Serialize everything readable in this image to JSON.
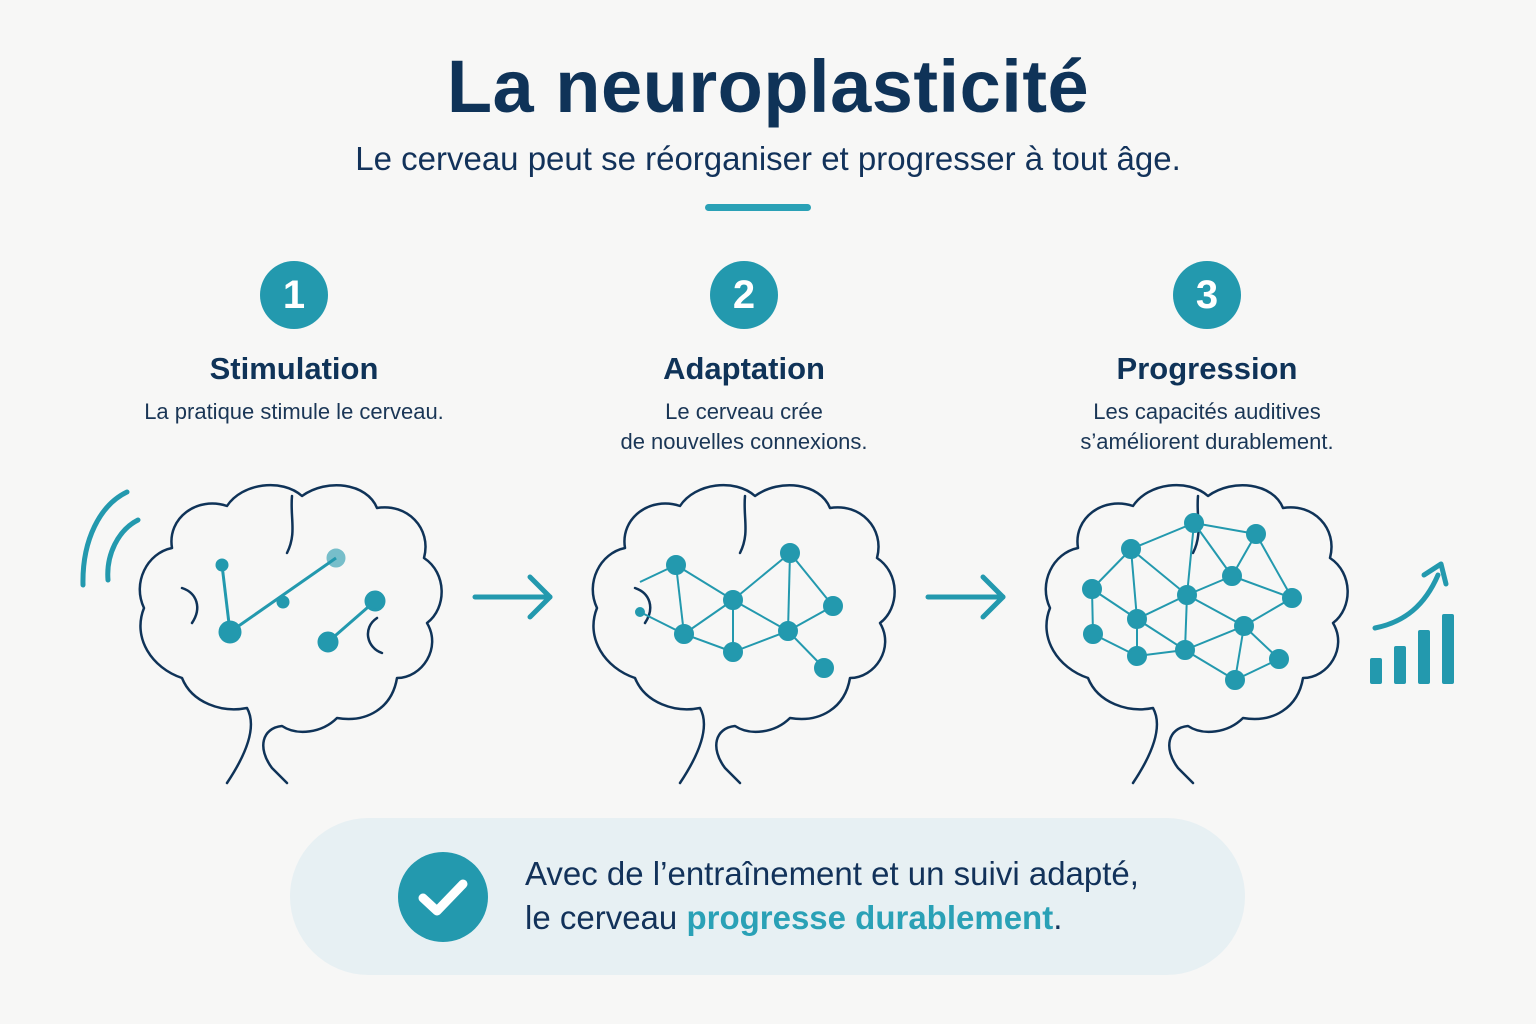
{
  "header": {
    "title": "La neuroplasticité",
    "subtitle": "Le cerveau peut se réorganiser et progresser à tout âge."
  },
  "steps": [
    {
      "number": "1",
      "title": "Stimulation",
      "desc_line1": "La pratique stimule le cerveau.",
      "desc_line2": ""
    },
    {
      "number": "2",
      "title": "Adaptation",
      "desc_line1": "Le cerveau crée",
      "desc_line2": "de nouvelles connexions."
    },
    {
      "number": "3",
      "title": "Progression",
      "desc_line1": "Les capacités auditives",
      "desc_line2": "s’améliorent durablement."
    }
  ],
  "footer": {
    "line1": "Avec de l’entraînement et un suivi adapté,",
    "line2_prefix": "le cerveau ",
    "line2_highlight": "progresse durablement",
    "line2_suffix": "."
  },
  "icons": [
    "sound-waves-icon",
    "brain-icon",
    "arrow-right-icon",
    "growth-chart-icon",
    "checkmark-icon"
  ],
  "colors": {
    "navy": "#0f3358",
    "teal": "#2399ae",
    "accent": "#2aa1b6",
    "banner": "#e7f0f3"
  }
}
